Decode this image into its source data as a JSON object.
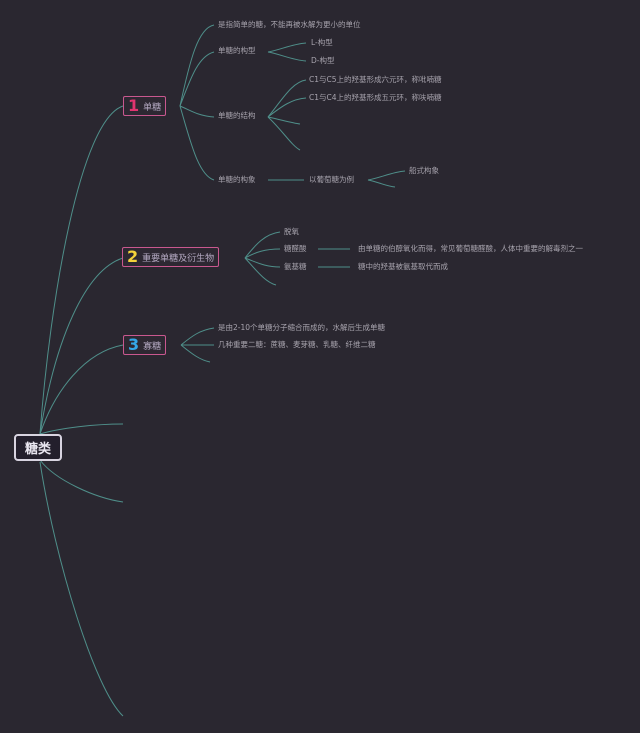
{
  "root": {
    "label": "糖类"
  },
  "branches": [
    {
      "number": "1",
      "label": "单糖",
      "items": {
        "definition": "是指简单的糖，不能再被水解为更小的单位",
        "configuration": "单糖的构型",
        "l_type": "L-构型",
        "d_type": "D-构型",
        "structure": "单糖的结构",
        "pyranose": "C1与C5上的羟基形成六元环，称吡喃糖",
        "furanose": "C1与C4上的羟基形成五元环，称呋喃糖",
        "conformation": "单糖的构象",
        "glucose_example": "以葡萄糖为例",
        "chair_form": "船式构象"
      }
    },
    {
      "number": "2",
      "label": "重要单糖及衍生物",
      "items": {
        "deoxy_sugar": "脱氧",
        "uronic_acid": "糖醛酸",
        "uronic_desc": "由单糖的伯醇氧化而得，常见葡萄糖醛酸，人体中重要的解毒剂之一",
        "amino_sugar": "氨基糖",
        "amino_desc": "糖中的羟基被氨基取代而成"
      }
    },
    {
      "number": "3",
      "label": "寡糖",
      "items": {
        "definition": "是由2-10个单糖分子缩合而成的，水解后生成单糖",
        "disaccharides": "几种重要二糖：蔗糖、麦芽糖、乳糖、纤维二糖"
      }
    }
  ],
  "colors": {
    "background": "#2a2730",
    "line": "#4f8f8a",
    "branch_border": "#c9588f",
    "num1": "#e0346f",
    "num2": "#f4d23a",
    "num3": "#34a7e8",
    "root_border": "#d8d4e0"
  }
}
